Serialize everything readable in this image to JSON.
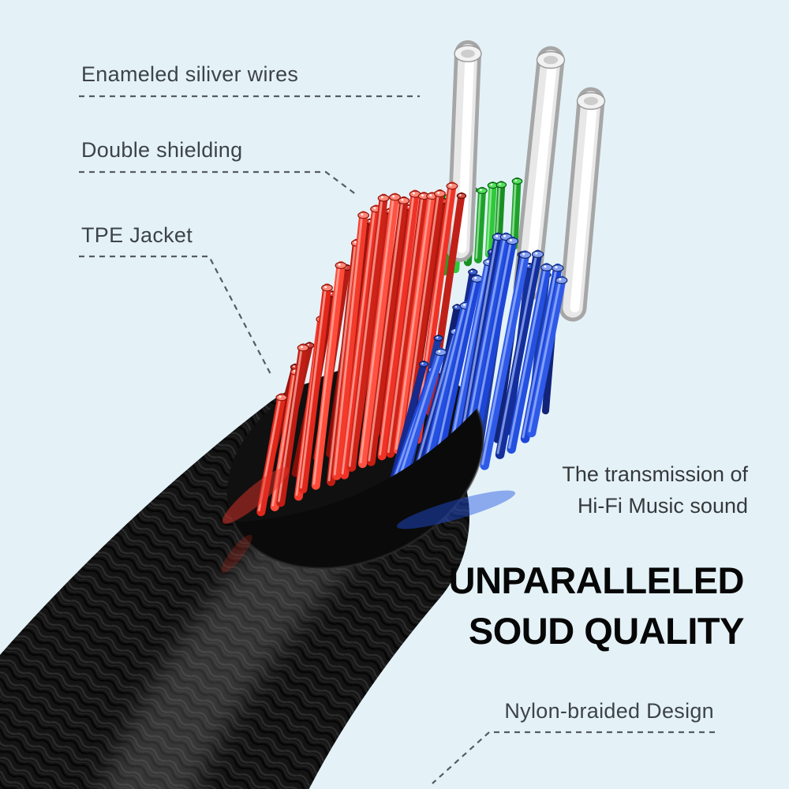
{
  "callouts": {
    "enameled_wires": "Enameled siliver wires",
    "double_shielding": "Double shielding",
    "tpe_jacket": "TPE Jacket",
    "nylon_braided": "Nylon-braided Design"
  },
  "marketing": {
    "line1": "The transmission of",
    "line2": "Hi-Fi Music sound",
    "headline_line1": "UNPARALLELED",
    "headline_line2": "SOUD QUALITY"
  },
  "colors": {
    "background": "#e4f2f8",
    "label_text": "#3d4348",
    "headline_text": "#070707",
    "leader_line": "#555c60",
    "wire_red": "#e2271b",
    "wire_green": "#2ec93a",
    "wire_blue": "#1d46d8",
    "wire_silver": "#f2f2f2",
    "cable_black": "#121212"
  }
}
